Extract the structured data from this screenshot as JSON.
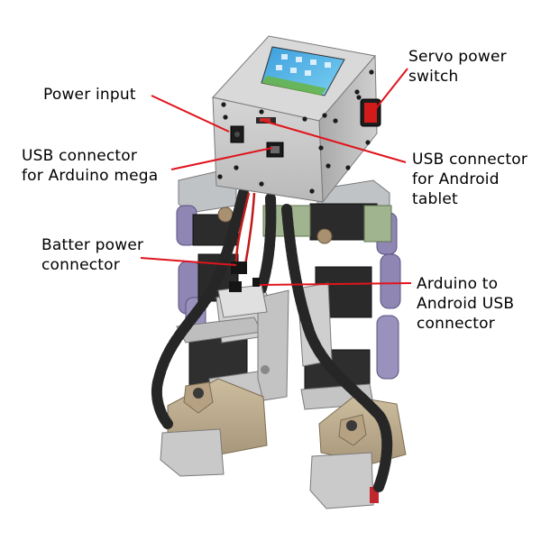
{
  "labels": {
    "power_input": "Power input",
    "servo_power_switch": "Servo power\nswitch",
    "usb_arduino_mega": "USB connector\nfor Arduino mega",
    "usb_android_tablet": "USB connector\nfor Android\ntablet",
    "battery_power_connector": "Batter power\nconnector",
    "arduino_to_android_usb": "Arduino to\nAndroid USB\nconnector"
  },
  "colors": {
    "leader_line": "#e0141c",
    "body_gray": "#c9c9c9",
    "bracket_gray": "#b8bcc0",
    "foot_tan": "#b8a68a",
    "cable_black": "#2a2a2a",
    "servo_purple": "#8f86b4",
    "mount_green": "#9fb48f"
  }
}
